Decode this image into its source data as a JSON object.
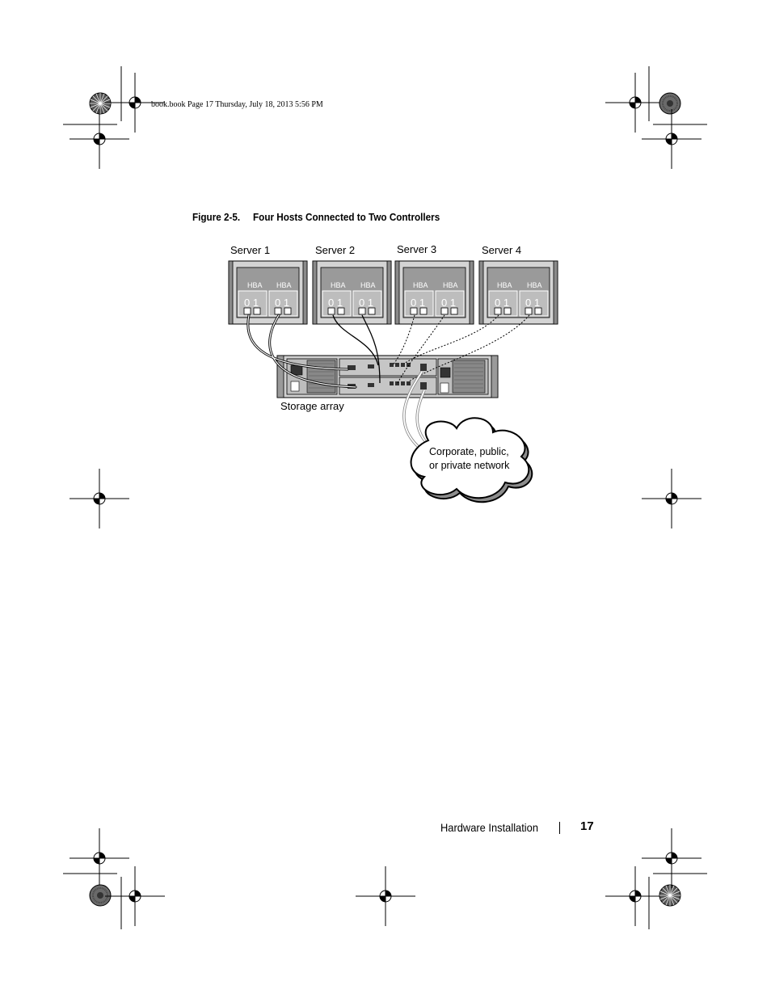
{
  "header": {
    "slug": "book.book  Page 17  Thursday, July 18, 2013  5:56 PM"
  },
  "figure": {
    "number": "Figure 2-5.",
    "title": "Four Hosts Connected to Two Controllers",
    "servers": [
      {
        "label": "Server 1",
        "hba": [
          "HBA",
          "HBA"
        ],
        "ports": [
          "0 1",
          "0 1"
        ]
      },
      {
        "label": "Server 2",
        "hba": [
          "HBA",
          "HBA"
        ],
        "ports": [
          "0 1",
          "0 1"
        ]
      },
      {
        "label": "Server 3",
        "hba": [
          "HBA",
          "HBA"
        ],
        "ports": [
          "0 1",
          "0 1"
        ]
      },
      {
        "label": "Server 4",
        "hba": [
          "HBA",
          "HBA"
        ],
        "ports": [
          "0 1",
          "0 1"
        ]
      }
    ],
    "storage_label": "Storage array",
    "network_label_line1": "Corporate, public,",
    "network_label_line2": "or private network"
  },
  "footer": {
    "section": "Hardware Installation",
    "page_number": "17"
  },
  "colors": {
    "panel_fill": "#cfcfcf",
    "panel_dark": "#8a8a8a",
    "cable_gray": "#b8b8b8"
  }
}
